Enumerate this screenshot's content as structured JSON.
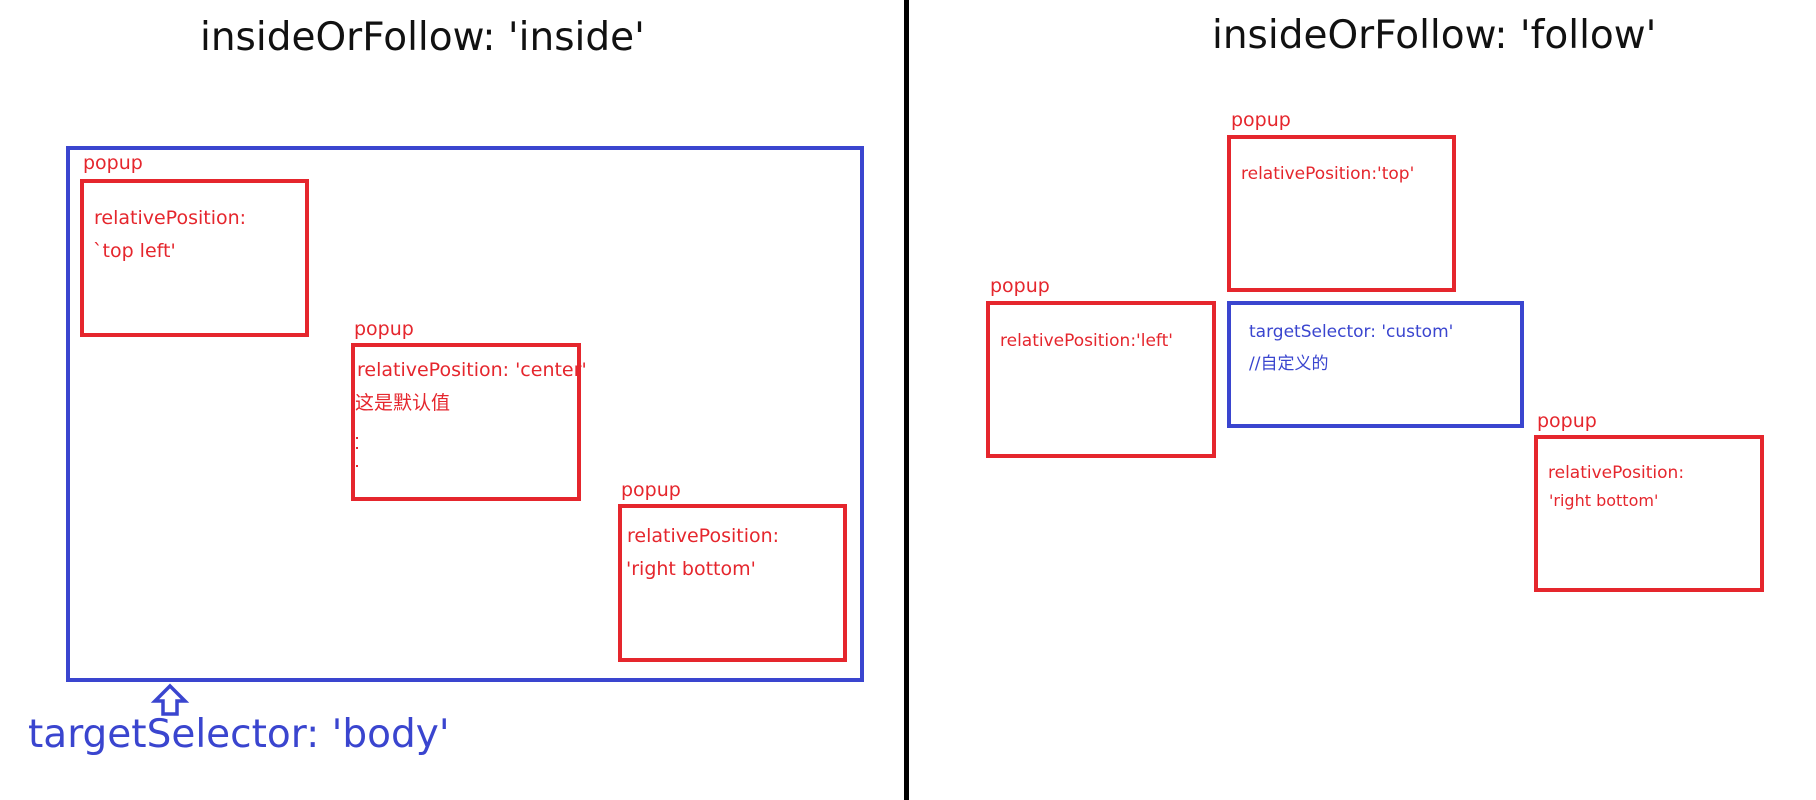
{
  "left_panel": {
    "heading": "insideOrFollow: 'inside'",
    "target_label": "targetSelector: 'body'",
    "popups": [
      {
        "tag": "popup",
        "line1": "relativePosition:",
        "line2": "`top left'"
      },
      {
        "tag": "popup",
        "line1": "relativePosition: 'center'",
        "line2": "这是默认值"
      },
      {
        "tag": "popup",
        "line1": "relativePosition:",
        "line2": "'right bottom'"
      }
    ]
  },
  "right_panel": {
    "heading": "insideOrFollow: 'follow'",
    "target_box": {
      "line1": "targetSelector: 'custom'",
      "line2": "//自定义的"
    },
    "popups": [
      {
        "tag": "popup",
        "line1": "relativePosition:'top'"
      },
      {
        "tag": "popup",
        "line1": "relativePosition:'left'"
      },
      {
        "tag": "popup",
        "line1": "relativePosition:",
        "line2": "'right bottom'"
      }
    ]
  },
  "colors": {
    "popup_border": "#e5262d",
    "target_border": "#3a45cf",
    "divider": "#000000"
  }
}
